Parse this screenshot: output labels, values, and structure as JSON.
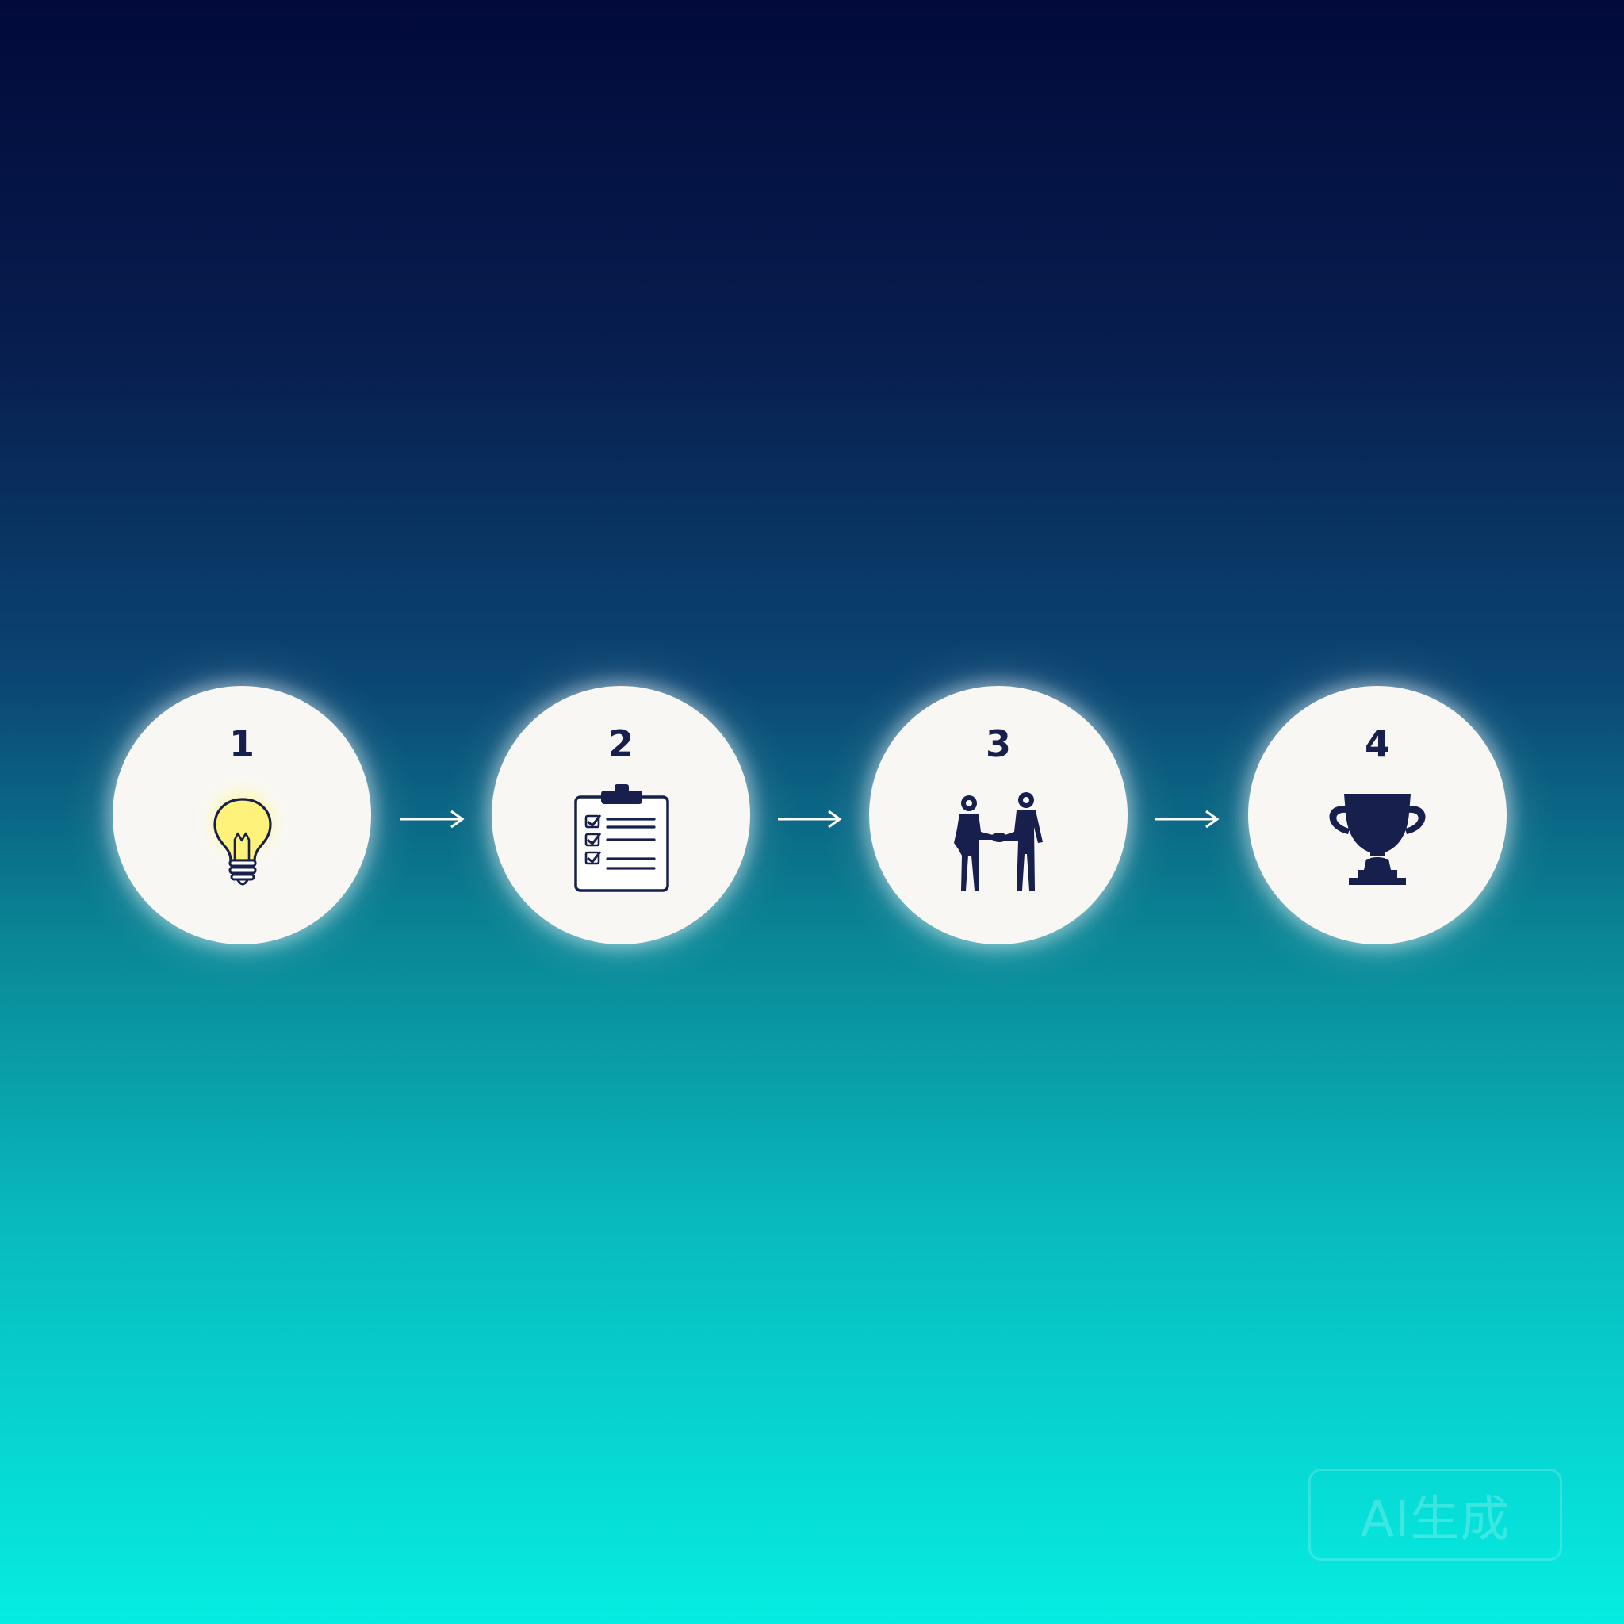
{
  "steps": [
    {
      "number": "1",
      "icon": "lightbulb-icon"
    },
    {
      "number": "2",
      "icon": "clipboard-checklist-icon"
    },
    {
      "number": "3",
      "icon": "handshake-icon"
    },
    {
      "number": "4",
      "icon": "trophy-icon"
    }
  ],
  "connectors": [
    "arrow-icon",
    "arrow-icon",
    "arrow-icon"
  ],
  "watermark": "AI生成",
  "colors": {
    "background_top": "#020a3a",
    "background_bottom": "#06ede2",
    "circle_fill": "#f8f7f4",
    "icon_navy": "#17204d",
    "bulb_glow": "#fff07a",
    "arrow": "#ffffff"
  }
}
